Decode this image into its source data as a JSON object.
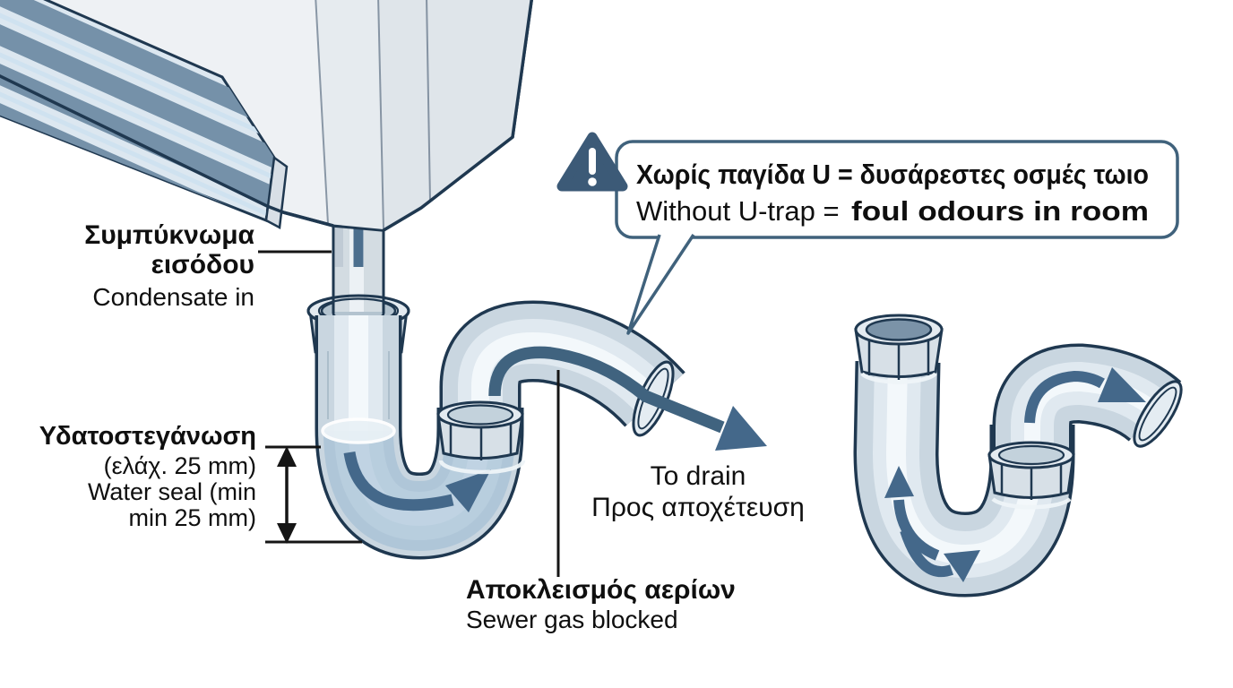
{
  "scene": {
    "background": "#ffffff",
    "description": "HVAC condensate drain U-trap installation diagram with bilingual Greek/English labels"
  },
  "colors": {
    "outline": "#1f3850",
    "pipe_fill": "#c9d6e0",
    "pipe_highlight": "#f3f8fb",
    "water_tint": "#9fbdd4",
    "flow_arrow": "#44688a",
    "louver_slat": "#7591a9",
    "warning_triangle": "#3c5a77",
    "callout_border": "#40627c",
    "text": "#0f0f0f"
  },
  "labels": {
    "condensate_in": {
      "greek_line1": "Συμπύκνωμα",
      "greek_line2": "εισόδου",
      "english": "Condensate in"
    },
    "water_seal": {
      "greek_line1": "Υδατοστεγάνωση",
      "greek_line2": "(ελάχ. 25 mm)",
      "english_line1": "Water seal (min",
      "english_line2": "min 25 mm)"
    },
    "warning_callout": {
      "icon": "warning-triangle-icon",
      "greek": "Χωρίς παγίδα U = δυσάρεστες οσμές τωιο",
      "english_prefix": "Without U-trap =",
      "english_emphasis": "foul odours in room"
    },
    "to_drain": {
      "english": "To drain",
      "greek": "Προς αποχέτευση"
    },
    "sewer_gas": {
      "greek": "Αποκλεισμός αερίων",
      "english": "Sewer gas blocked"
    }
  }
}
